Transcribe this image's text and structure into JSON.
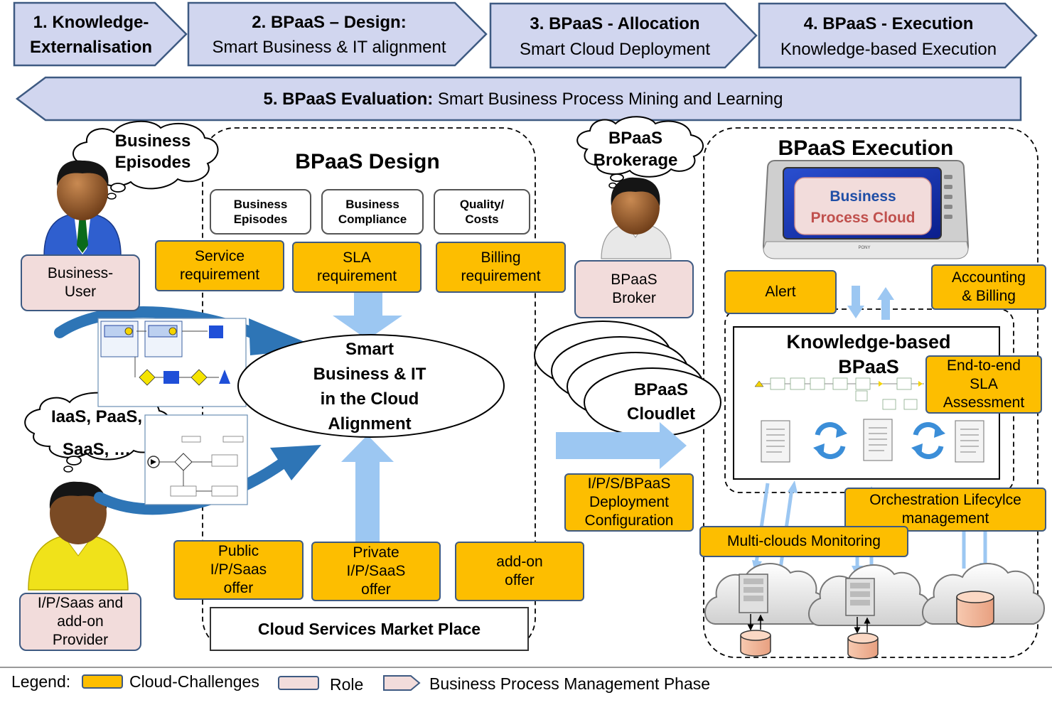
{
  "phases": [
    {
      "line1": "1. Knowledge-",
      "line2": "Externalisation"
    },
    {
      "line1": "2. BPaaS – Design:",
      "line2": "Smart Business & IT alignment"
    },
    {
      "line1": "3. BPaaS  - Allocation",
      "line2": "Smart Cloud Deployment"
    },
    {
      "line1": "4. BPaaS  - Execution",
      "line2": "Knowledge-based Execution"
    }
  ],
  "evaluation": {
    "bold": "5. BPaaS  Evaluation:",
    "rest": " Smart Business Process Mining and Learning"
  },
  "thoughts": {
    "business_episodes": {
      "line1": "Business",
      "line2": "Episodes"
    },
    "iaas": {
      "line1": "IaaS, PaaS,",
      "line2": "SaaS, …"
    },
    "brokerage": {
      "line1": "BPaaS",
      "line2": "Brokerage"
    }
  },
  "roles": {
    "business_user": "Business-\nUser",
    "provider": "I/P/Saas and\nadd-on\nProvider",
    "broker": "BPaaS\nBroker"
  },
  "design": {
    "title": "BPaaS  Design",
    "white_boxes": [
      "Business\nEpisodes",
      "Business\nCompliance",
      "Quality/\nCosts"
    ],
    "requirements": [
      "Service\nrequirement",
      "SLA\nrequirement",
      "Billing\nrequirement"
    ],
    "alignment": {
      "line1": "Smart",
      "line2": "Business & IT",
      "line3": "in the Cloud",
      "line4": "Alignment"
    },
    "offers": [
      "Public\nI/P/Saas\noffer",
      "Private\nI/P/SaaS\noffer",
      "add-on\noffer"
    ],
    "market_place": "Cloud Services Market Place"
  },
  "cloudlet": {
    "line1": "BPaaS",
    "line2": "Cloudlet"
  },
  "deployment": "I/P/S/BPaaS\nDeployment\nConfiguration",
  "execution": {
    "title": "BPaaS  Execution",
    "monitor": {
      "line1": "Business",
      "line2": "Process Cloud",
      "brand": "PONY"
    },
    "alert": "Alert",
    "accounting": "Accounting\n& Billing",
    "kb_title": {
      "line1": "Knowledge-based",
      "line2": "BPaaS"
    },
    "sla": "End-to-end\nSLA\nAssessment",
    "orchestration": "Orchestration Lifecylce\nmanagement",
    "monitoring": "Multi-clouds Monitoring"
  },
  "legend": {
    "label": "Legend:",
    "challenges": "Cloud-Challenges",
    "role": "Role",
    "phase": "Business Process Management Phase"
  },
  "colors": {
    "phase_fill": "#d1d6ef",
    "phase_stroke": "#3e5a82",
    "challenge_fill": "#fdbe00",
    "role_fill": "#f2dcdb",
    "arrow_light": "#9cc7f2",
    "arrow_dark": "#2e75b6"
  }
}
